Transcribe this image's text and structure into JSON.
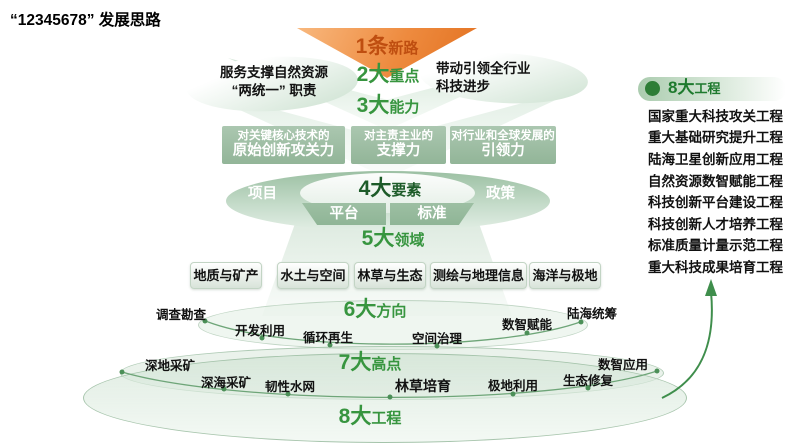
{
  "page_title": "“12345678” 发展思路",
  "colors": {
    "orange": "#ec8136",
    "orange_text": "#bf4e10",
    "green": "#37953f",
    "dark_green": "#1d5b29",
    "sage_box": "#9cbda1",
    "panel_dot": "#2d7d36",
    "arrow": "#3f8e4c"
  },
  "funnel": {
    "level1": {
      "big": "1条",
      "small": "新路"
    },
    "level2": {
      "big": "2大",
      "small": "重点"
    },
    "level2_left_bubble": {
      "line1": "服务支撑自然资源",
      "line2": "“两统一” 职责"
    },
    "level2_right_bubble": {
      "line1": "带动引领全行业",
      "line2": "科技进步"
    },
    "level3": {
      "big": "3大",
      "small": "能力"
    },
    "capabilities": [
      {
        "line1": "对关键核心技术的",
        "line2": "原始创新攻关力"
      },
      {
        "line1": "对主责主业的",
        "line2": "支撑力"
      },
      {
        "line1": "对行业和全球发展的",
        "line2": "引领力"
      }
    ],
    "level4": {
      "big": "4大",
      "small": "要素"
    },
    "elements": {
      "left": "项目",
      "right": "政策",
      "bottom_left": "平台",
      "bottom_right": "标准"
    },
    "level5": {
      "big": "5大",
      "small": "领域"
    },
    "domains": [
      "地质与矿产",
      "水土与空间",
      "林草与生态",
      "测绘与地理信息",
      "海洋与极地"
    ],
    "level6": {
      "big": "6大",
      "small": "方向"
    },
    "directions": [
      "调查勘查",
      "开发利用",
      "循环再生",
      "空间治理",
      "数智赋能",
      "陆海统筹"
    ],
    "level7": {
      "big": "7大",
      "small": "高点"
    },
    "highlights": [
      "深地采矿",
      "深海采矿",
      "韧性水网",
      "林草培育",
      "极地利用",
      "生态修复",
      "数智应用"
    ],
    "level8": {
      "big": "8大",
      "small": "工程"
    }
  },
  "projects_panel": {
    "header": {
      "big": "8大",
      "small": "工程"
    },
    "items": [
      "国家重大科技攻关工程",
      "重大基础研究提升工程",
      "陆海卫星创新应用工程",
      "自然资源数智赋能工程",
      "科技创新平台建设工程",
      "科技创新人才培养工程",
      "标准质量计量示范工程",
      "重大科技成果培育工程"
    ]
  }
}
